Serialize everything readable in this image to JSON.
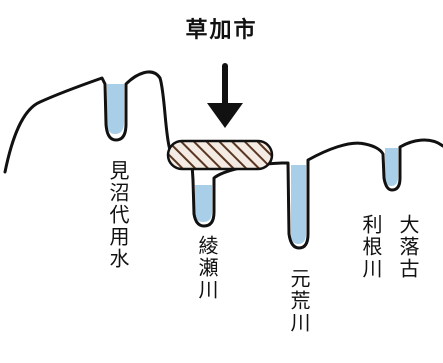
{
  "title": "草加市",
  "rivers": [
    {
      "id": "minuma",
      "name": "見沼代用水"
    },
    {
      "id": "ayase",
      "name": "綾瀬川"
    },
    {
      "id": "motoara",
      "name": "元荒川"
    },
    {
      "id": "tone",
      "name": "利根川"
    },
    {
      "id": "furutone",
      "name": "大落古"
    }
  ],
  "colors": {
    "water": "#a9cfe8",
    "line": "#111111",
    "hatch": "#5a3622",
    "ridge_fill": "#f4ece4"
  }
}
